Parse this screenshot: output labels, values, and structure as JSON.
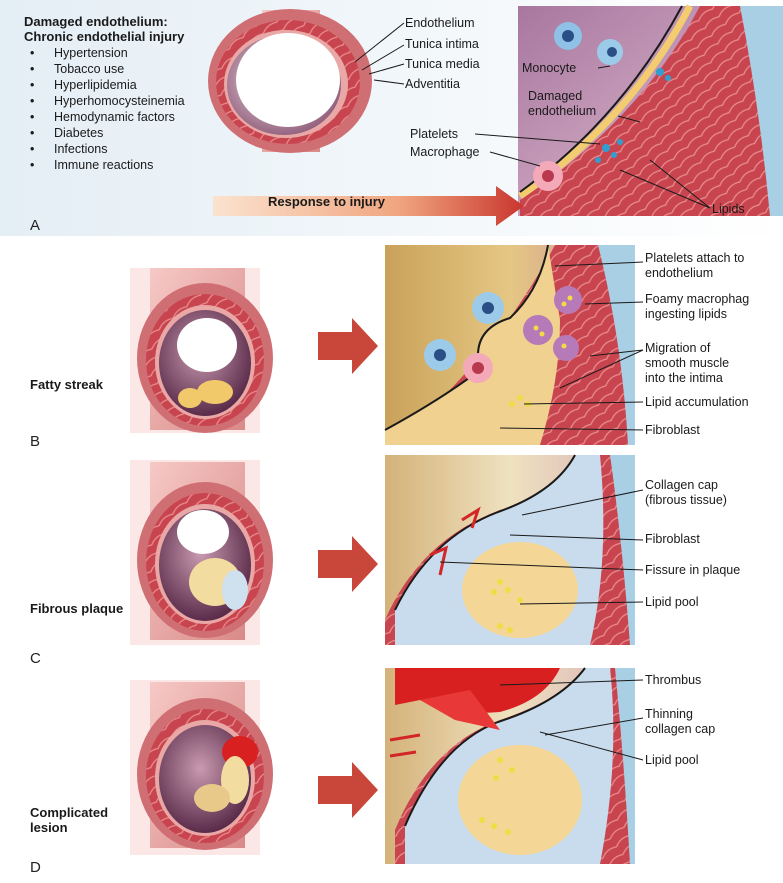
{
  "panelA": {
    "heading_line1": "Damaged endothelium:",
    "heading_line2": "Chronic endothelial injury",
    "risk_factors": [
      "Hypertension",
      "Tobacco use",
      "Hyperlipidemia",
      "Hyperhomocysteinemia",
      "Hemodynamic factors",
      "Diabetes",
      "Infections",
      "Immune reactions"
    ],
    "layers": [
      "Endothelium",
      "Tunica intima",
      "Tunica media",
      "Adventitia"
    ],
    "labels": {
      "monocyte": "Monocyte",
      "damaged_line1": "Damaged",
      "damaged_line2": "endothelium",
      "platelets": "Platelets",
      "macrophage": "Macrophage",
      "lipids": "Lipids"
    },
    "arrow_text": "Response to injury",
    "letter": "A"
  },
  "panelB": {
    "stage": "Fatty streak",
    "letter": "B",
    "labels": [
      "Platelets attach to",
      "endothelium",
      "Foamy macrophag",
      "ingesting lipids",
      "Migration of",
      "smooth muscle",
      "into the intima",
      "Lipid accumulation",
      "Fibroblast"
    ]
  },
  "panelC": {
    "stage": "Fibrous plaque",
    "letter": "C",
    "labels": [
      "Collagen cap",
      "(fibrous tissue)",
      "Fibroblast",
      "Fissure in plaque",
      "Lipid pool"
    ]
  },
  "panelD": {
    "stage_line1": "Complicated",
    "stage_line2": "lesion",
    "letter": "D",
    "labels": [
      "Thrombus",
      "Thinning",
      "collagen cap",
      "Lipid pool"
    ]
  },
  "colors": {
    "artery": "#d9787c",
    "media": "#b8424a",
    "lumen": "#8a4a6a",
    "plaque": "#f1c96b",
    "arrow": "#c9473a",
    "thrombus": "#d92020"
  }
}
